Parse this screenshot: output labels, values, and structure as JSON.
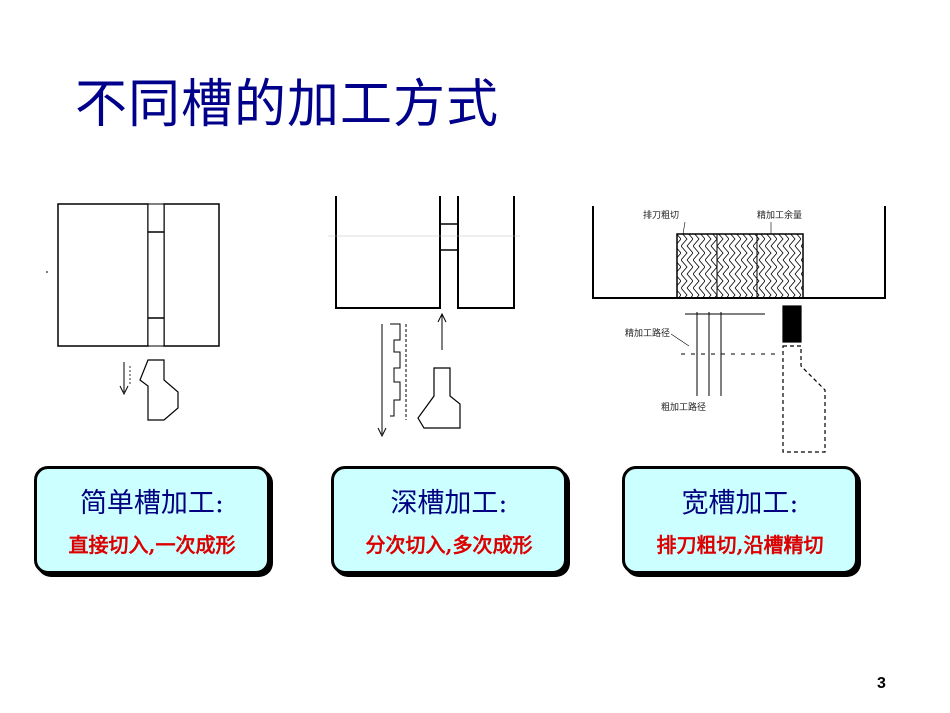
{
  "slide": {
    "title": "不同槽的加工方式",
    "page_number": "3"
  },
  "cards": [
    {
      "title": "简单槽加工:",
      "subtitle": "直接切入,一次成形"
    },
    {
      "title": "深槽加工:",
      "subtitle": "分次切入,多次成形"
    },
    {
      "title": "宽槽加工:",
      "subtitle": "排刀粗切,沿槽精切"
    }
  ],
  "diagram_wide": {
    "label_top_left": "排刀粗切",
    "label_top_right": "精加工余量",
    "label_mid": "精加工路径",
    "label_bottom": "粗加工路径"
  },
  "colors": {
    "title": "#00008b",
    "card_bg": "#ccffff",
    "card_title": "#000080",
    "card_sub": "#dd0000"
  }
}
